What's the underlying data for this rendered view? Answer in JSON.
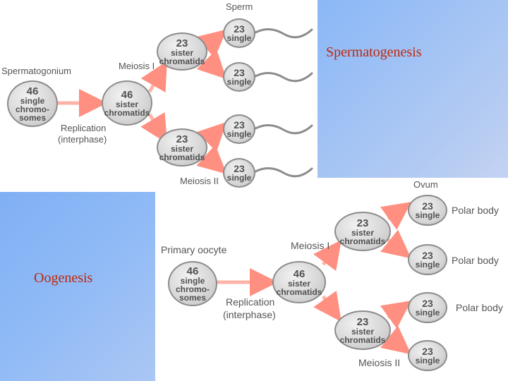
{
  "slide": {
    "title_spermatogenesis": "Spermatogenesis",
    "title_oogenesis": "Oogenesis"
  },
  "spermatogenesis": {
    "labels": {
      "sperm": "Sperm",
      "spermatogonium": "Spermatogonium",
      "meiosis_1": "Meiosis I",
      "meiosis_2": "Meiosis II",
      "replication_1": "Replication",
      "replication_2": "(interphase)"
    },
    "cells": {
      "spermatogonium": [
        "46",
        "single",
        "chromo-",
        "somes"
      ],
      "replicated": [
        "46",
        "sister",
        "chromatids"
      ],
      "secondary_top": [
        "23",
        "sister",
        "chromatids"
      ],
      "secondary_bottom": [
        "23",
        "sister",
        "chromatids"
      ],
      "sperm": [
        [
          "23",
          "single"
        ],
        [
          "23",
          "single"
        ],
        [
          "23",
          "single"
        ],
        [
          "23",
          "single"
        ]
      ]
    }
  },
  "oogenesis": {
    "labels": {
      "ovum": "Ovum",
      "primary_oocyte": "Primary oocyte",
      "meiosis_1": "Meiosis I",
      "meiosis_2": "Meiosis II",
      "replication_1": "Replication",
      "replication_2": "(interphase)",
      "polar_bodies": [
        "Polar body",
        "Polar body",
        "Polar body"
      ]
    },
    "cells": {
      "primary": [
        "46",
        "single",
        "chromo-",
        "somes"
      ],
      "replicated": [
        "46",
        "sister",
        "chromatids"
      ],
      "secondary_top": [
        "23",
        "sister",
        "chromatids"
      ],
      "secondary_bottom": [
        "23",
        "sister",
        "chromatids"
      ],
      "haploid": [
        [
          "23",
          "single"
        ],
        [
          "23",
          "single"
        ],
        [
          "23",
          "single"
        ],
        [
          "23",
          "single"
        ]
      ]
    }
  },
  "colors": {
    "title": "#c0280c",
    "arrow": "#ff9a8a",
    "cell_border": "#8c8c8c",
    "label": "#555555"
  }
}
